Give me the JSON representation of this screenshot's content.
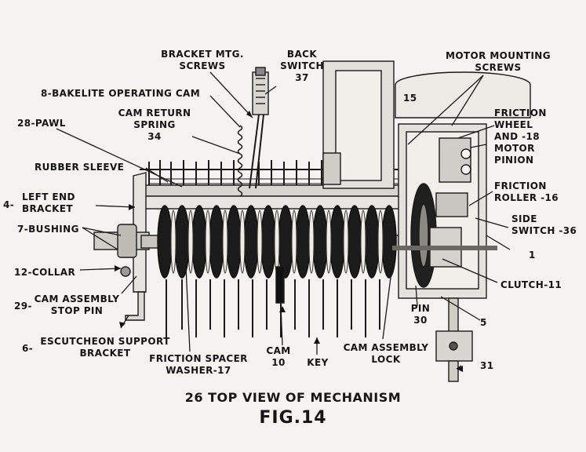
{
  "labels": {
    "bracket_mtg_screws": [
      "BRACKET MTG.",
      "SCREWS"
    ],
    "back_switch": [
      "BACK",
      "SWITCH",
      "37"
    ],
    "bakelite_cam": "8-BAKELITE OPERATING CAM",
    "cam_return_spring": [
      "CAM RETURN",
      "SPRING",
      "34"
    ],
    "pawl": "28-PAWL",
    "rubber_sleeve": "RUBBER SLEEVE",
    "left_end_bracket": [
      "4-",
      "LEFT END",
      "BRACKET"
    ],
    "bushing": "7-BUSHING",
    "collar": "12-COLLAR",
    "cam_stop_pin": [
      "29-",
      "CAM ASSEMBLY",
      "STOP PIN"
    ],
    "escutcheon": [
      "6-",
      "ESCUTCHEON SUPPORT",
      "BRACKET"
    ],
    "friction_spacer": [
      "FRICTION SPACER",
      "WASHER-17"
    ],
    "cam": [
      "CAM",
      "10"
    ],
    "key": "KEY",
    "cam_lock": [
      "CAM ASSEMBLY",
      "LOCK"
    ],
    "motor_mounting": [
      "MOTOR MOUNTING",
      "SCREWS"
    ],
    "num_15": "15",
    "friction_wheel": [
      "FRICTION",
      "WHEEL",
      "AND -18",
      "MOTOR",
      "PINION"
    ],
    "friction_roller": [
      "FRICTION",
      "ROLLER -16"
    ],
    "side_switch": [
      "SIDE",
      "SWITCH -36"
    ],
    "num_1": "1",
    "clutch": "CLUTCH-11",
    "pin": [
      "PIN",
      "30"
    ],
    "num_5": "5",
    "num_31": "31"
  },
  "caption": {
    "line1": "26  TOP VIEW OF MECHANISM",
    "line2": "FIG.14"
  }
}
